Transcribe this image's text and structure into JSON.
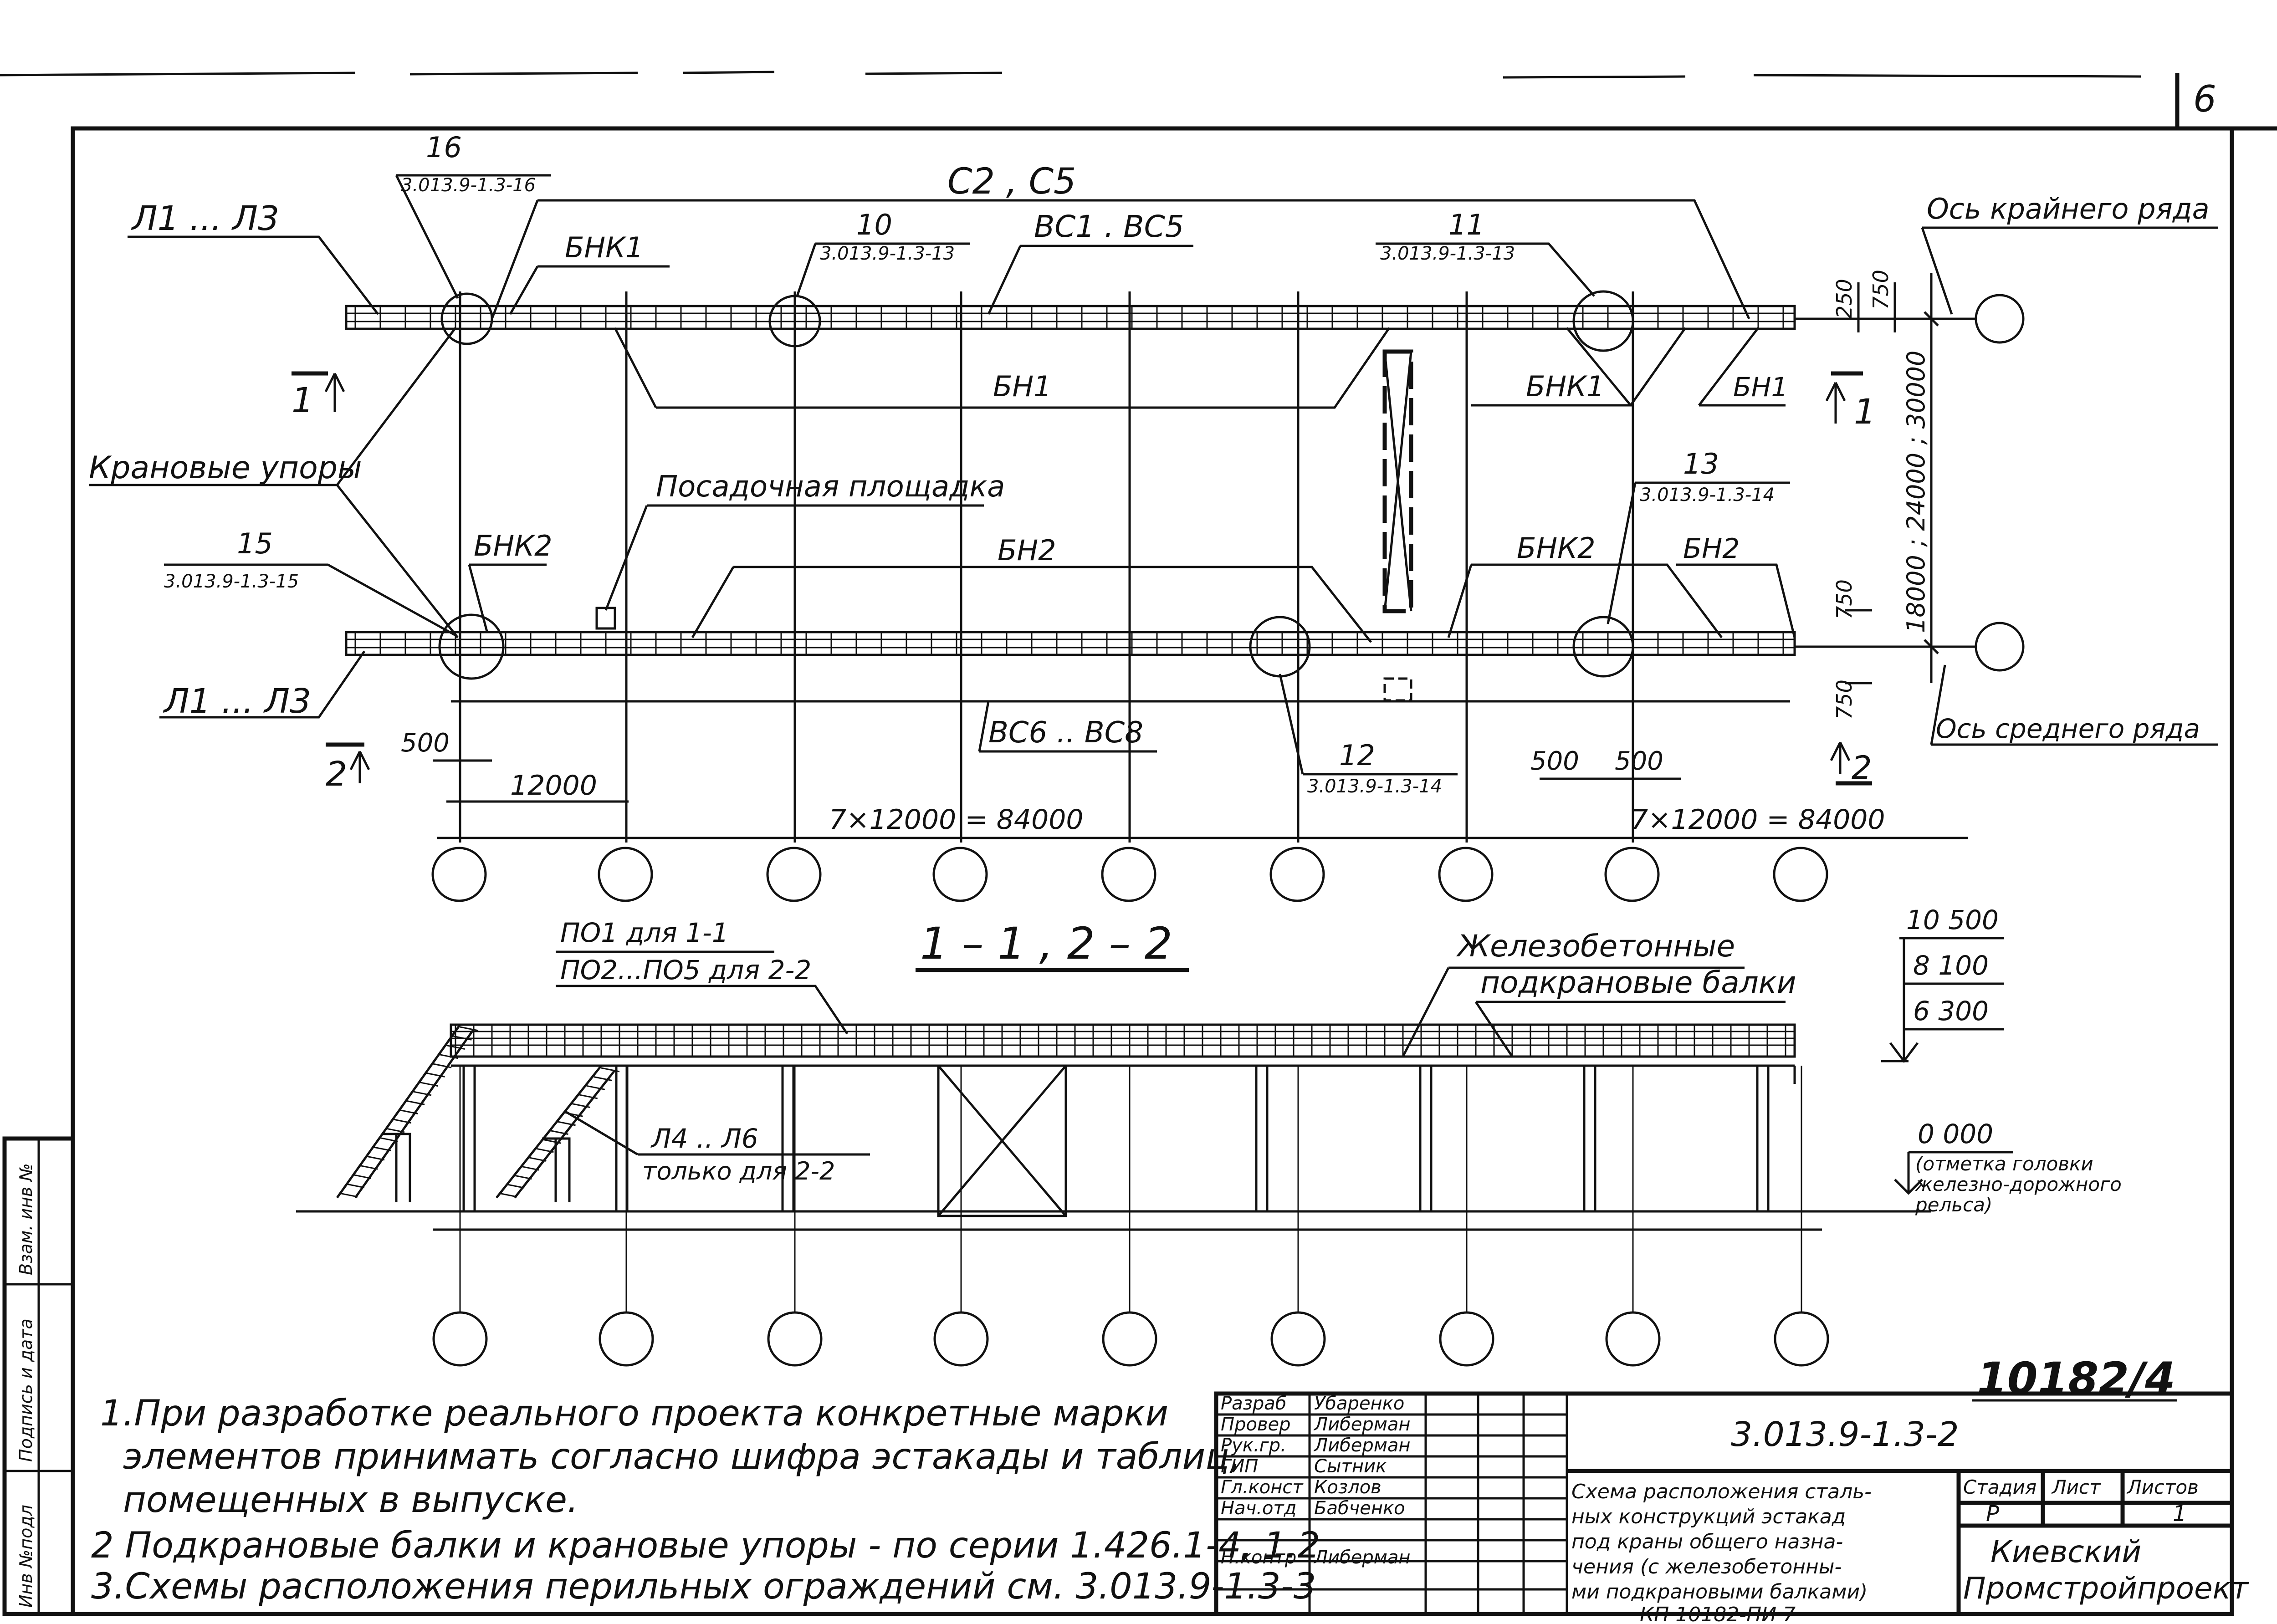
{
  "sheet": {
    "corner_number": "6",
    "archive_number": "10182/4",
    "bottom_code": "КП 10182-ПИ 7"
  },
  "plan": {
    "top_heading": "С2 , С5",
    "label_L_top": "Л1 ... Л3",
    "label_L_bottom": "Л1 ... Л3",
    "node_16_num": "16",
    "node_16_ref": "3.013.9-1.3-16",
    "node_10_num": "10",
    "node_10_ref": "3.013.9-1.3-13",
    "node_11_num": "11",
    "node_11_ref": "3.013.9-1.3-13",
    "node_15_num": "15",
    "node_15_ref": "3.013.9-1.3-15",
    "node_13_num": "13",
    "node_13_ref": "3.013.9-1.3-14",
    "node_12_num": "12",
    "node_12_ref": "3.013.9-1.3-14",
    "bnk1_a": "БНК1",
    "bnk1_b": "БНК1",
    "bc_top": "ВС1 . ВС5",
    "bn1_a": "БН1",
    "bn1_b": "БН1",
    "bnk2_a": "БНК2",
    "bnk2_b": "БНК2",
    "bn2_a": "БН2",
    "bn2_b": "БН2",
    "bc_bottom": "ВС6 .. ВС8",
    "crane_stops": "Крановые упоры",
    "landing": "Посадочная площадка",
    "axis_outer": "Ось крайнего ряда",
    "axis_middle": "Ось среднего ряда",
    "span_dims": "18000 ; 24000 ; 30000",
    "dim_250": "250",
    "dim_750_top": "750",
    "dim_750_mid": "750",
    "dim_750_bot": "750",
    "dim_500_left": "500",
    "dim_12000": "12000",
    "dim_500_a": "500",
    "dim_500_b": "500",
    "total_left": "7×12000 = 84000",
    "total_right": "7×12000 = 84000",
    "section_mark_1_left": "1",
    "section_mark_1_right": "1",
    "section_mark_2_left": "2",
    "section_mark_2_right": "2"
  },
  "section": {
    "title": "1 – 1 ,  2 – 2",
    "po_line1": "ПО1 для 1-1",
    "po_line2": "ПО2...ПО5 для 2-2",
    "rc_beams_line1": "Железобетонные",
    "rc_beams_line2": "подкрановые балки",
    "elev_10500": "10 500",
    "elev_8100": "8 100",
    "elev_6300": "6 300",
    "elev_0": "0 000",
    "elev_0_note1": "(отметка головки",
    "elev_0_note2": "железно-дорожного",
    "elev_0_note3": "рельса)",
    "ladders_line1": "Л4 .. Л6",
    "ladders_line2": "только для 2-2"
  },
  "notes": [
    "1.При разработке реального проекта конкретные марки",
    "элементов принимать согласно шифра эстакады и таблиц,",
    "помещенных в выпуске.",
    "2 Подкрановые балки и крановые упоры - по серии 1.426.1-4, 1.2",
    "3.Схемы расположения перильных ограждений см. 3.013.9-1.3-3"
  ],
  "stamp": {
    "rows": [
      {
        "role": "Разраб",
        "name": "Убаренко"
      },
      {
        "role": "Провер",
        "name": "Либерман"
      },
      {
        "role": "Рук.гр.",
        "name": "Либерман"
      },
      {
        "role": "ГИП",
        "name": "Сытник"
      },
      {
        "role": "Гл.конст",
        "name": "Козлов"
      },
      {
        "role": "Нач.отд",
        "name": "Бабченко"
      },
      {
        "role": "",
        "name": ""
      },
      {
        "role": "Н.контр",
        "name": "Либерман"
      }
    ],
    "code": "3.013.9-1.3-2",
    "title_lines": [
      "Схема расположения сталь-",
      "ных конструкций эстакад",
      "под краны общего назна-",
      "чения (с железобетонны-",
      "ми подкрановыми балками)"
    ],
    "stage_hdr": "Стадия",
    "sheet_hdr": "Лист",
    "sheets_hdr": "Листов",
    "stage_val": "Р",
    "sheet_val": "",
    "sheets_val": "1",
    "org_line1": "Киевский",
    "org_line2": "Промстройпроект"
  },
  "side_strip": {
    "vzam": "Взам. инв №",
    "podpis": "Подпись и дата",
    "inv": "Инв №подл"
  }
}
